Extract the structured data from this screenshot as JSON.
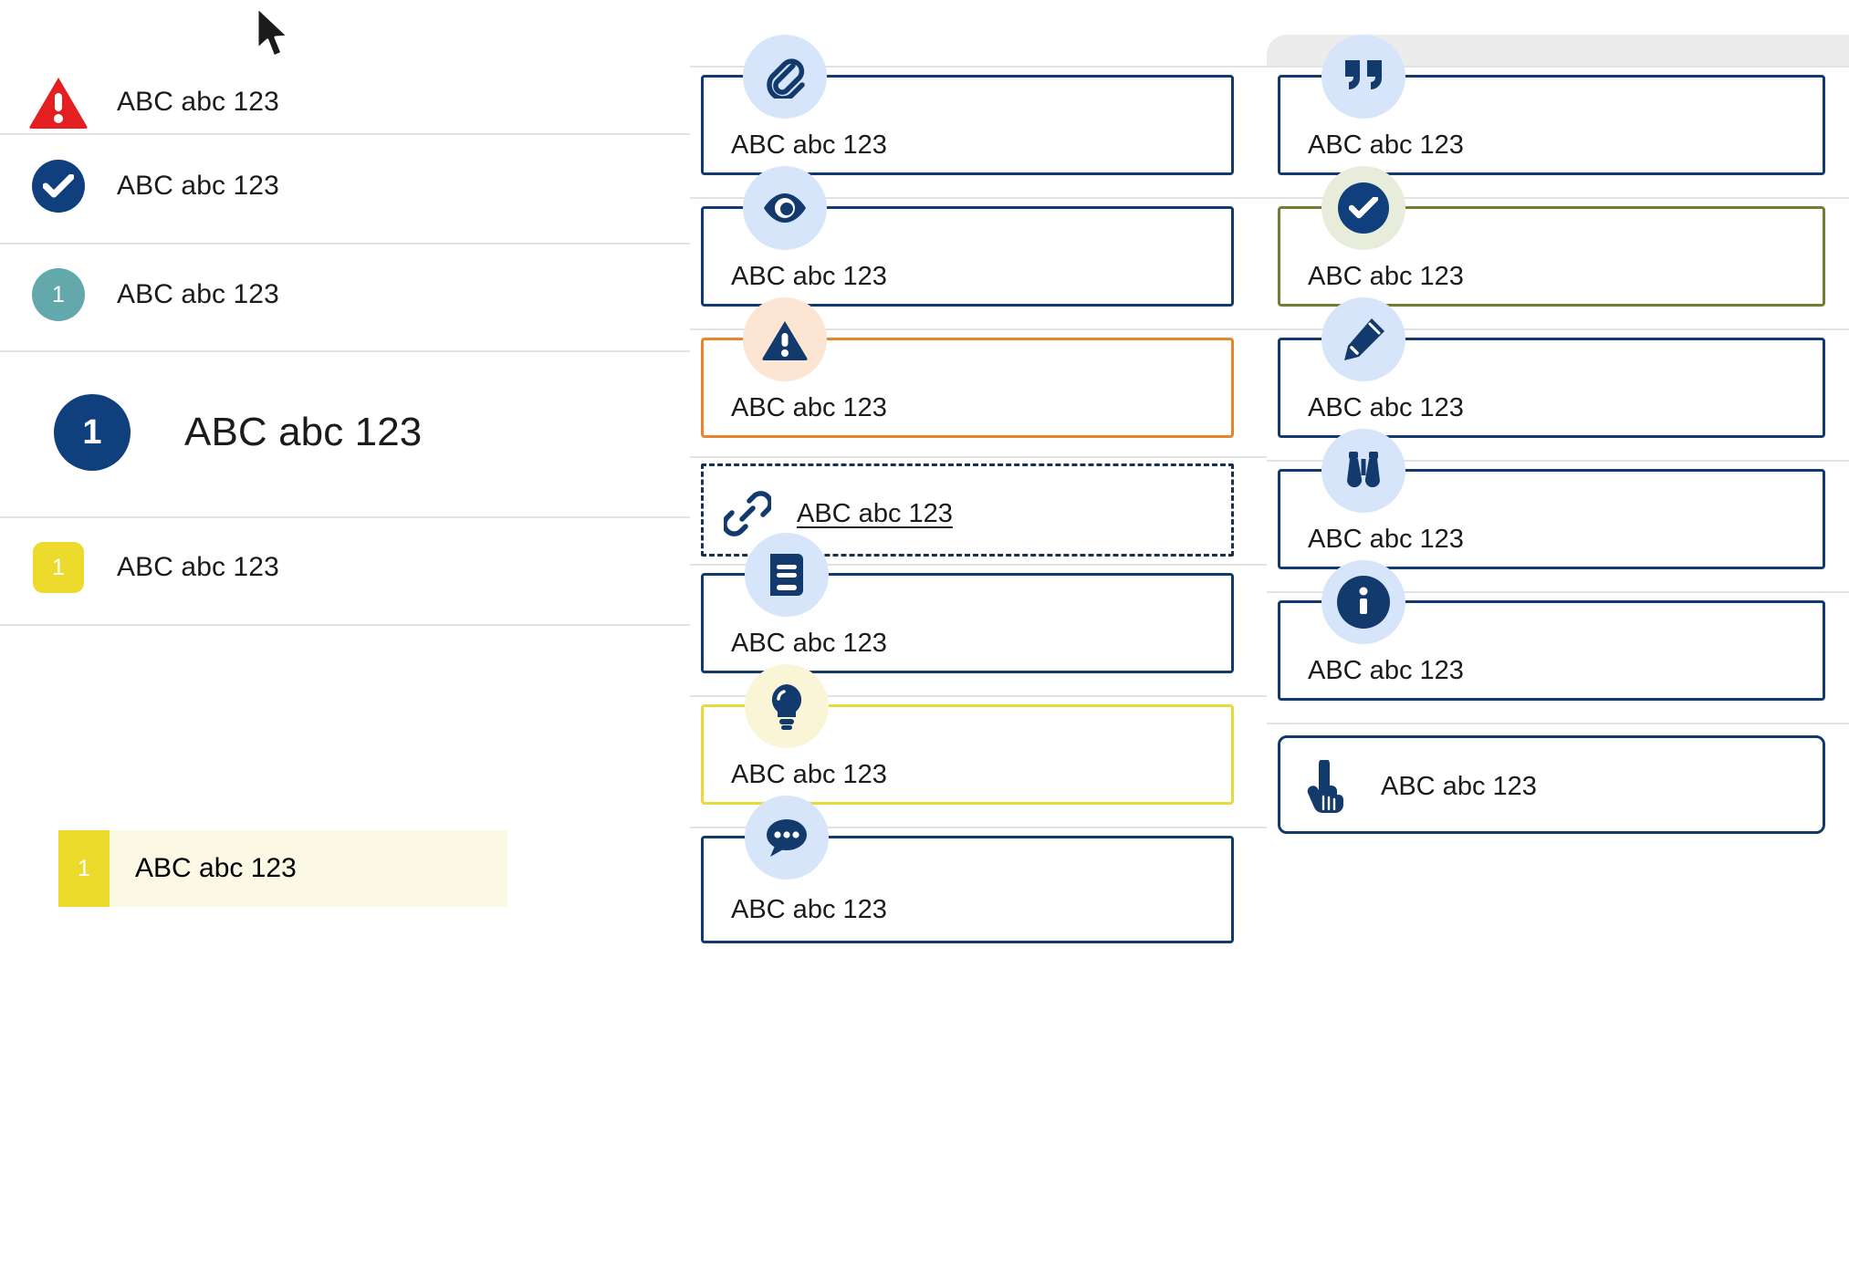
{
  "theme": {
    "navy": "#103f7d",
    "card_border_navy": "#123a6d",
    "red": "#e41f1f",
    "teal": "#63a9ab",
    "yellow": "#ecdb2d",
    "orange": "#e8842c",
    "green": "#6f7f32",
    "icon_bubble_blue": "#d7e5fa",
    "icon_bubble_peach": "#fce5d2",
    "icon_bubble_mint": "#e7ecdb",
    "icon_bubble_cream": "#faf5d7",
    "selected_row_bg": "#fbf8e4",
    "divider": "#e2e2e2",
    "text": "#1b1b1b"
  },
  "cursor": {
    "icon": "mouse-pointer-icon"
  },
  "left_column": {
    "items": [
      {
        "id": "error",
        "badge_type": "warning-triangle-icon",
        "badge_text": "",
        "label": "ABC abc 123",
        "size": "normal"
      },
      {
        "id": "success",
        "badge_type": "check-circle-icon",
        "badge_text": "",
        "label": "ABC abc 123",
        "size": "normal"
      },
      {
        "id": "teal-step",
        "badge_type": "number-circle-teal",
        "badge_text": "1",
        "label": "ABC abc 123",
        "size": "normal"
      },
      {
        "id": "navy-step-large",
        "badge_type": "number-circle-navy",
        "badge_text": "1",
        "label": "ABC abc 123",
        "size": "large"
      },
      {
        "id": "yellow-step",
        "badge_type": "number-square-yellow",
        "badge_text": "1",
        "label": "ABC abc 123",
        "size": "normal"
      }
    ],
    "selected_item": {
      "id": "yellow-step-selected",
      "badge_text": "1",
      "label": "ABC abc 123"
    }
  },
  "middle_column": {
    "cards": [
      {
        "id": "attachment",
        "icon": "paperclip-icon",
        "bubble": "blue",
        "border": "navy",
        "style": "solid",
        "label": "ABC abc 123"
      },
      {
        "id": "view",
        "icon": "eye-icon",
        "bubble": "blue",
        "border": "navy",
        "style": "solid",
        "label": "ABC abc 123"
      },
      {
        "id": "warning",
        "icon": "warning-triangle-icon",
        "bubble": "peach",
        "border": "orange",
        "style": "solid",
        "label": "ABC abc 123"
      },
      {
        "id": "link",
        "icon": "link-chain-icon",
        "bubble": "none",
        "border": "navy",
        "style": "dashed",
        "label": "ABC abc 123"
      },
      {
        "id": "book",
        "icon": "book-icon",
        "bubble": "blue",
        "border": "navy",
        "style": "solid",
        "label": "ABC abc 123"
      },
      {
        "id": "tip",
        "icon": "lightbulb-icon",
        "bubble": "cream",
        "border": "yellow",
        "style": "solid",
        "label": "ABC abc 123"
      },
      {
        "id": "comment",
        "icon": "speech-bubble-icon",
        "bubble": "blue",
        "border": "navy",
        "style": "solid",
        "label": "ABC abc 123"
      }
    ]
  },
  "right_column": {
    "cards": [
      {
        "id": "quote",
        "icon": "quote-marks-icon",
        "bubble": "blue",
        "border": "navy",
        "style": "solid",
        "label": "ABC abc 123"
      },
      {
        "id": "approved",
        "icon": "check-circle-icon",
        "bubble": "mint",
        "border": "green",
        "style": "solid",
        "label": "ABC abc 123"
      },
      {
        "id": "edit",
        "icon": "pencil-icon",
        "bubble": "blue",
        "border": "navy",
        "style": "solid",
        "label": "ABC abc 123"
      },
      {
        "id": "observe",
        "icon": "binoculars-icon",
        "bubble": "blue",
        "border": "navy",
        "style": "solid",
        "label": "ABC abc 123"
      },
      {
        "id": "info",
        "icon": "info-circle-icon",
        "bubble": "blue",
        "border": "navy",
        "style": "solid",
        "label": "ABC abc 123"
      },
      {
        "id": "action",
        "icon": "pointing-hand-icon",
        "bubble": "none",
        "border": "navy",
        "style": "rounded",
        "label": "ABC abc 123"
      }
    ]
  }
}
